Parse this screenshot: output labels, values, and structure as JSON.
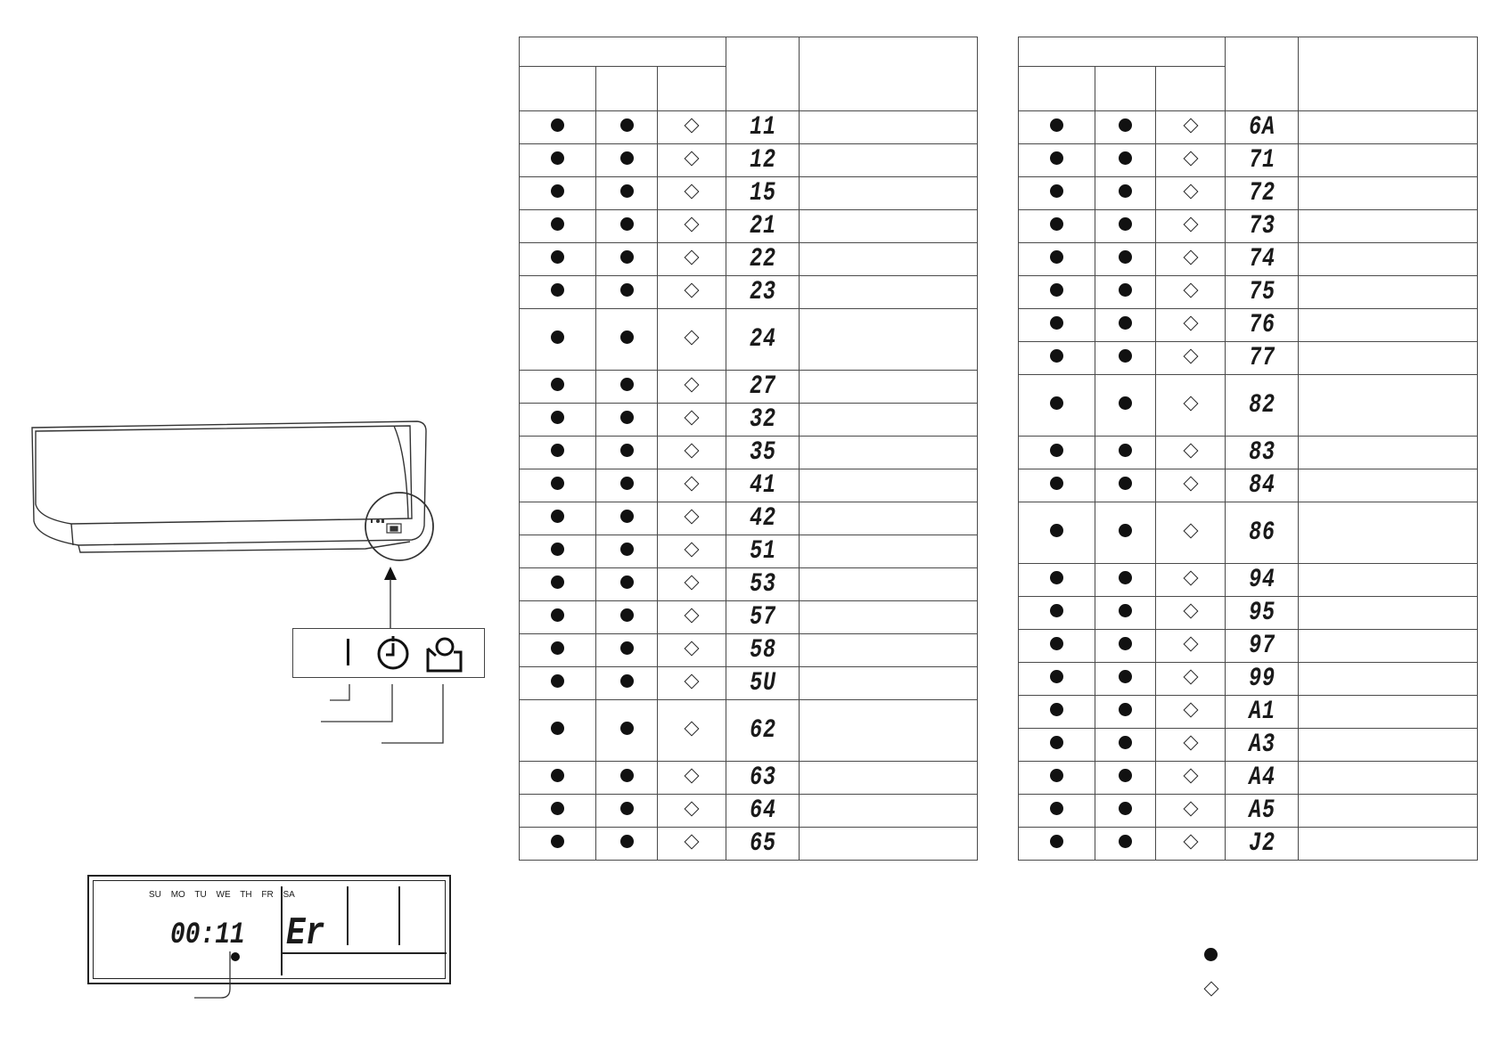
{
  "symbols": {
    "on": "dot-icon",
    "blink": "diamond-icon"
  },
  "table_left": {
    "rows": [
      {
        "code": "11",
        "tall": false
      },
      {
        "code": "12",
        "tall": false
      },
      {
        "code": "15",
        "tall": false
      },
      {
        "code": "21",
        "tall": false
      },
      {
        "code": "22",
        "tall": false
      },
      {
        "code": "23",
        "tall": false
      },
      {
        "code": "24",
        "tall": true
      },
      {
        "code": "27",
        "tall": false
      },
      {
        "code": "32",
        "tall": false
      },
      {
        "code": "35",
        "tall": false
      },
      {
        "code": "41",
        "tall": false
      },
      {
        "code": "42",
        "tall": false
      },
      {
        "code": "51",
        "tall": false
      },
      {
        "code": "53",
        "tall": false
      },
      {
        "code": "57",
        "tall": false
      },
      {
        "code": "58",
        "tall": false
      },
      {
        "code": "5U",
        "tall": false
      },
      {
        "code": "62",
        "tall": true
      },
      {
        "code": "63",
        "tall": false
      },
      {
        "code": "64",
        "tall": false
      },
      {
        "code": "65",
        "tall": false
      }
    ]
  },
  "table_right": {
    "rows": [
      {
        "code": "6A",
        "tall": false
      },
      {
        "code": "71",
        "tall": false
      },
      {
        "code": "72",
        "tall": false
      },
      {
        "code": "73",
        "tall": false
      },
      {
        "code": "74",
        "tall": false
      },
      {
        "code": "75",
        "tall": false
      },
      {
        "code": "76",
        "tall": false
      },
      {
        "code": "77",
        "tall": false
      },
      {
        "code": "82",
        "tall": true
      },
      {
        "code": "83",
        "tall": false
      },
      {
        "code": "84",
        "tall": false
      },
      {
        "code": "86",
        "tall": true
      },
      {
        "code": "94",
        "tall": false
      },
      {
        "code": "95",
        "tall": false
      },
      {
        "code": "97",
        "tall": false
      },
      {
        "code": "99",
        "tall": false
      },
      {
        "code": "A1",
        "tall": false
      },
      {
        "code": "A3",
        "tall": false
      },
      {
        "code": "A4",
        "tall": false
      },
      {
        "code": "A5",
        "tall": false
      },
      {
        "code": "J2",
        "tall": false
      }
    ]
  },
  "remote_lcd": {
    "days": [
      "SU",
      "MO",
      "TU",
      "WE",
      "TH",
      "FR",
      "SA"
    ],
    "clock": "00:11",
    "error_text": "Er"
  },
  "indicator_panel": {
    "indicators": [
      "power-indicator",
      "timer-indicator",
      "operation-indicator"
    ]
  }
}
